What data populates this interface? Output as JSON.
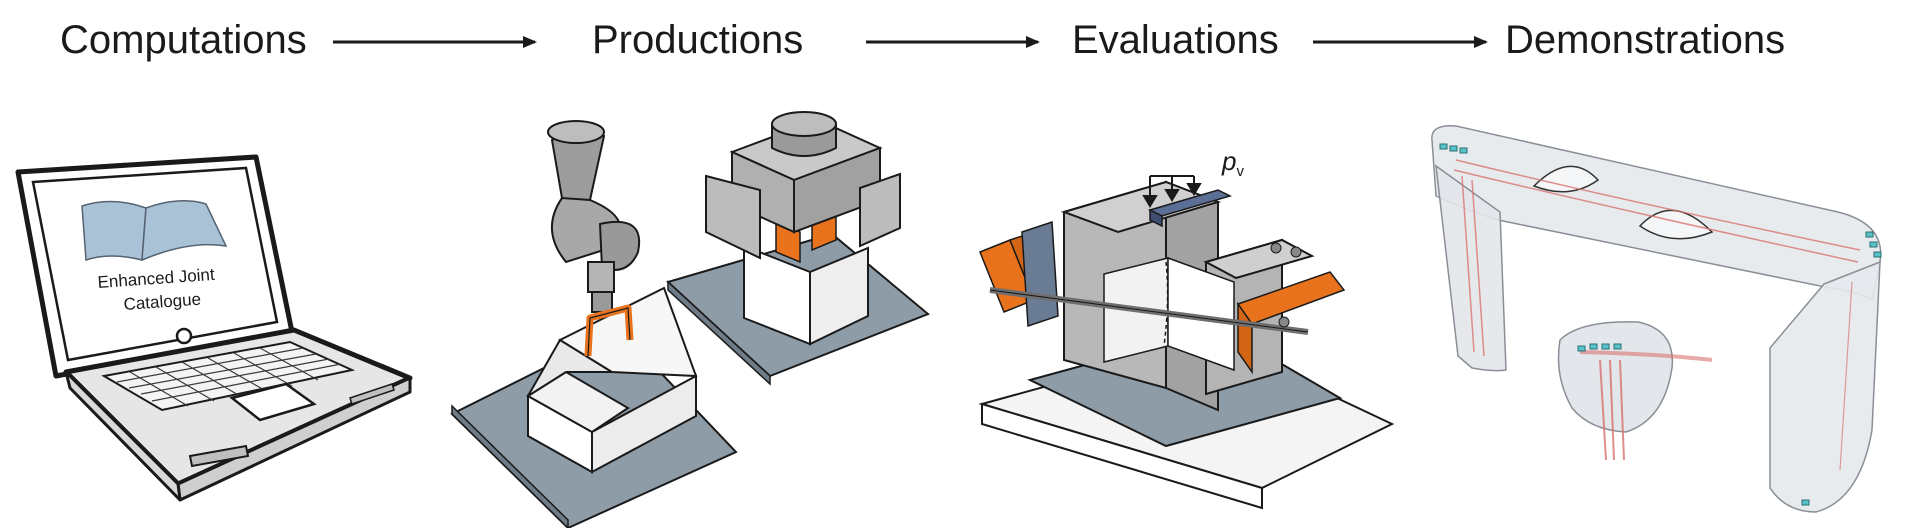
{
  "stages": [
    {
      "label": "Computations"
    },
    {
      "label": "Productions"
    },
    {
      "label": "Evaluations"
    },
    {
      "label": "Demonstrations"
    }
  ],
  "laptop": {
    "screen_text_line1": "Enhanced Joint",
    "screen_text_line2": "Catalogue"
  },
  "evaluation": {
    "load_symbol": "p",
    "load_subscript": "v"
  },
  "colors": {
    "accent_orange": "#e8731c",
    "steel_grey": "#b3b3b3",
    "base_blue_grey": "#8e9ca8",
    "book_blue": "#a9c2d6"
  }
}
